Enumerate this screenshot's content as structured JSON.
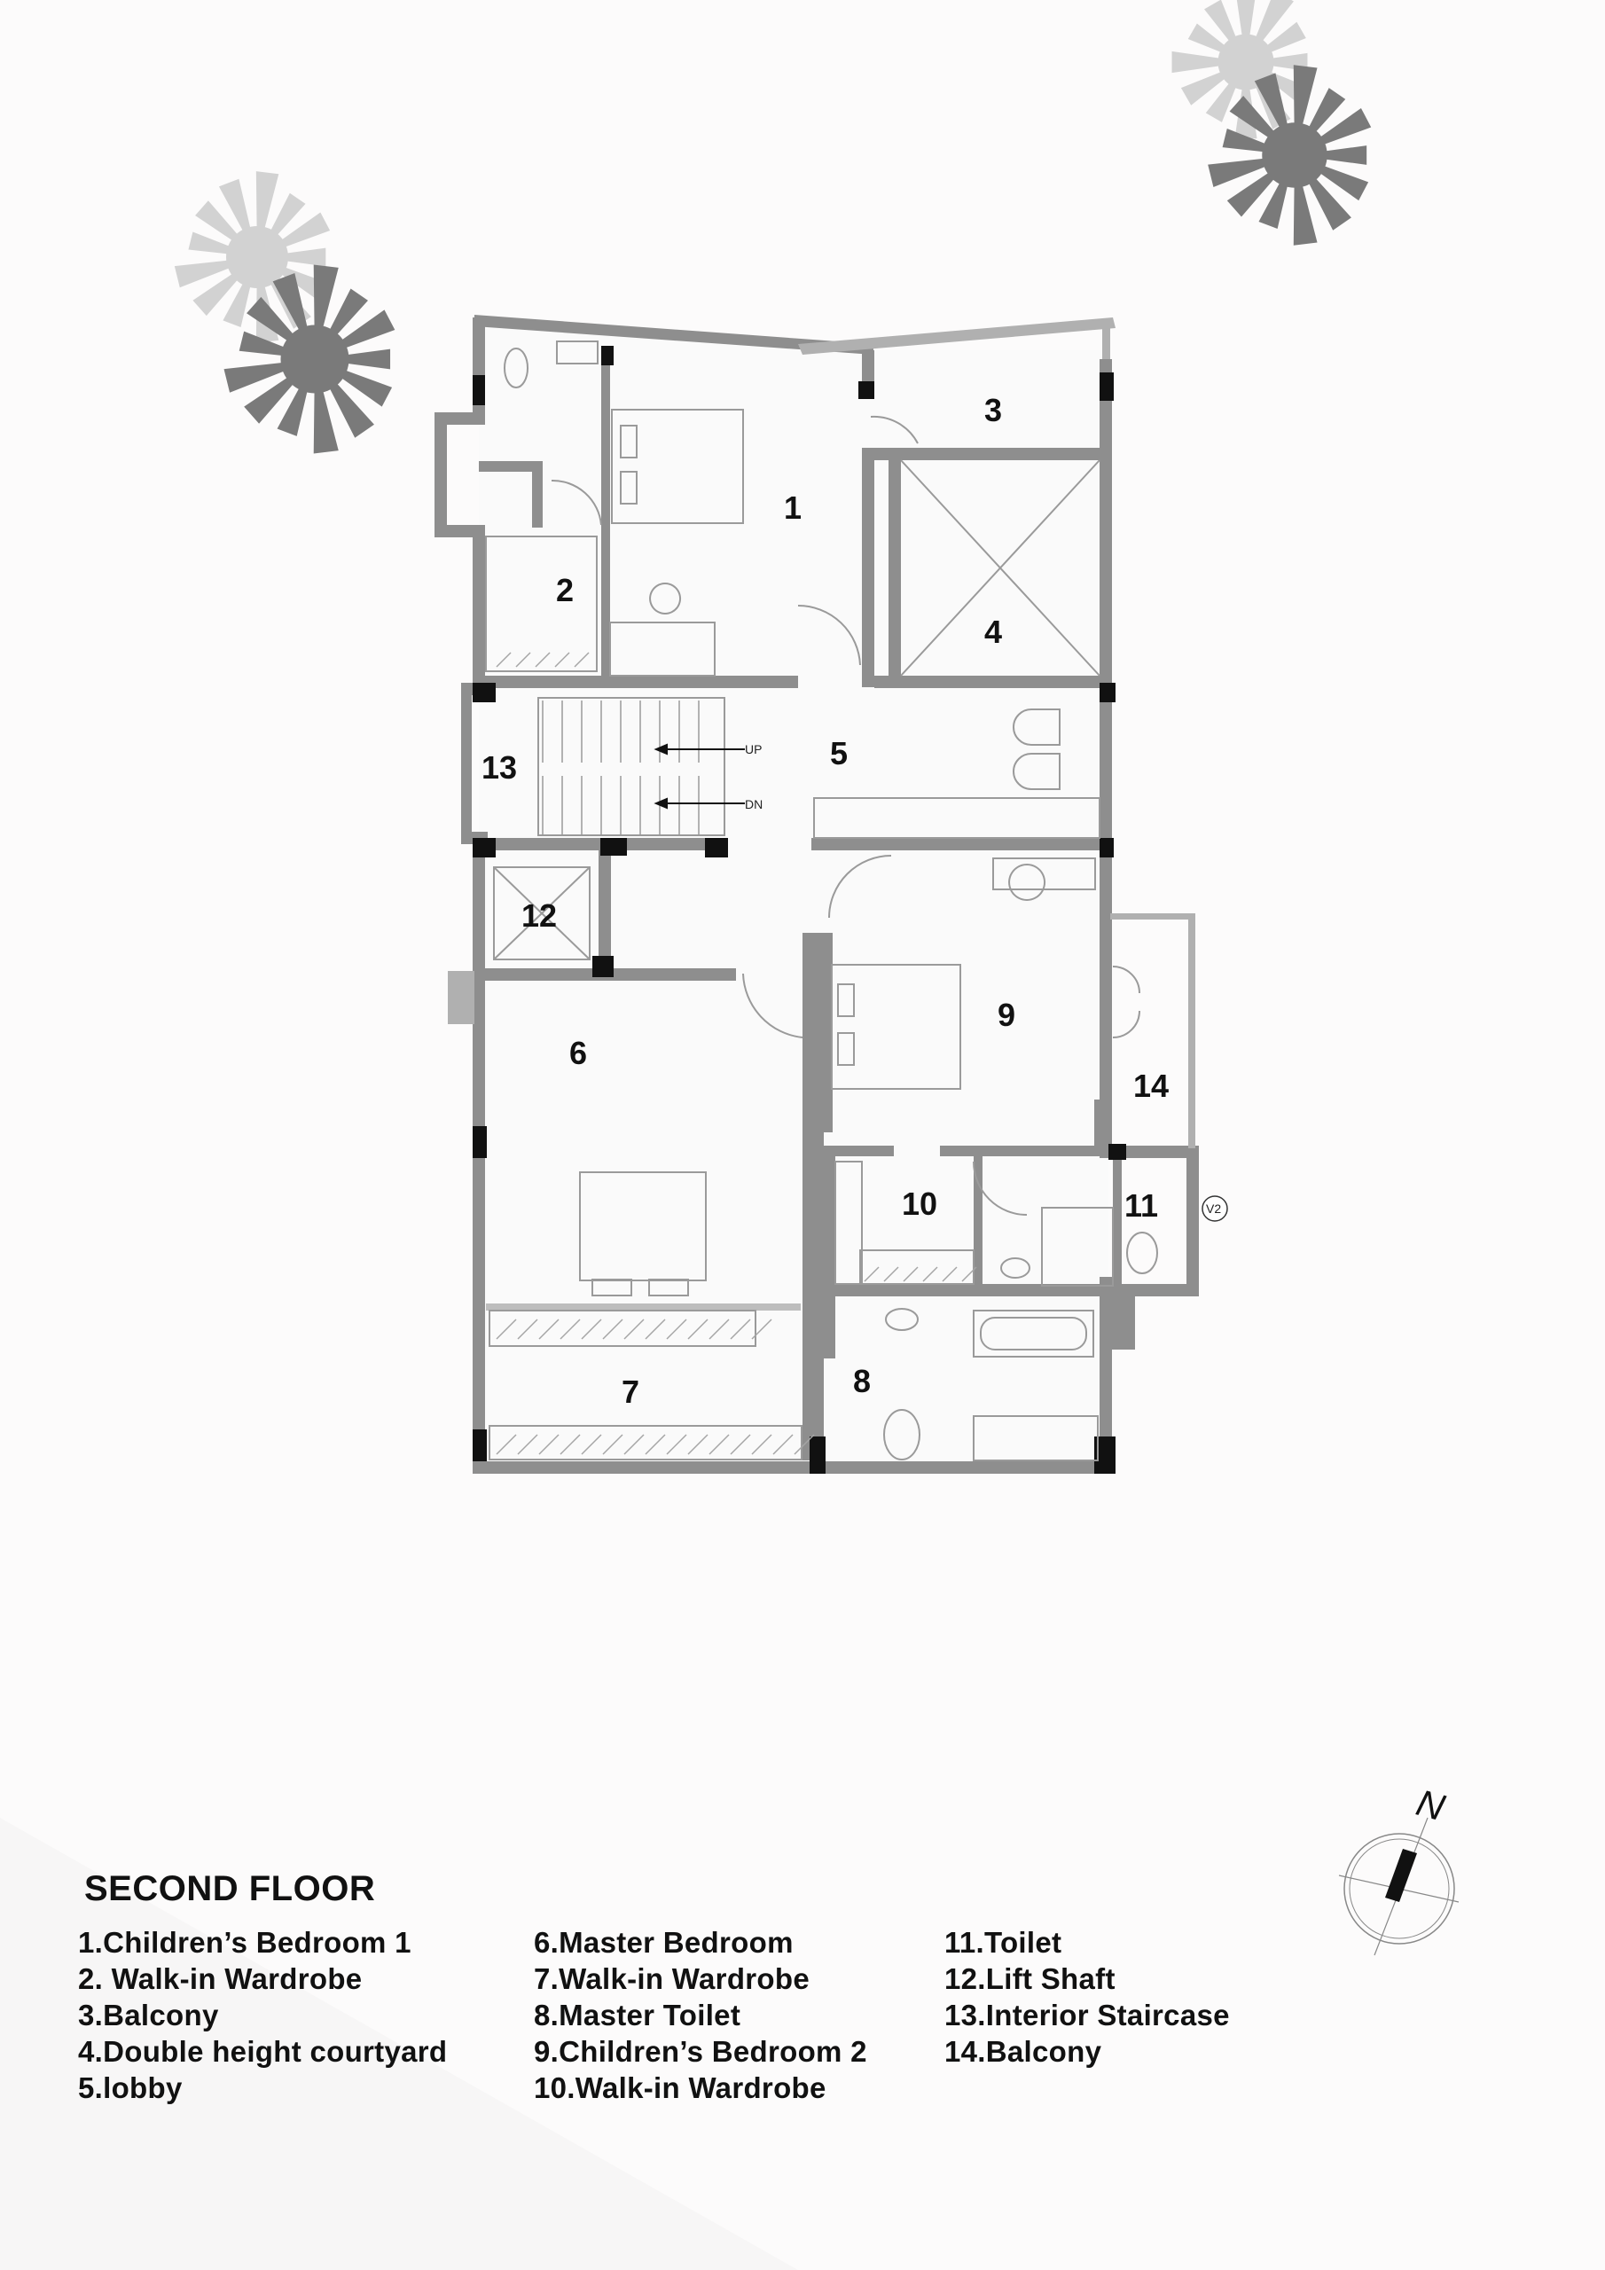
{
  "title": "SECOND FLOOR",
  "north_label": "N",
  "stair_labels": {
    "up": "UP",
    "down": "DN"
  },
  "vent_label": "V2",
  "room_numbers": [
    "1",
    "2",
    "3",
    "4",
    "5",
    "6",
    "7",
    "8",
    "9",
    "10",
    "11",
    "12",
    "13",
    "14"
  ],
  "legend": {
    "col1": [
      "1.Children’s Bedroom 1",
      "2. Walk-in Wardrobe",
      "3.Balcony",
      "4.Double height courtyard",
      "5.lobby"
    ],
    "col2": [
      "6.Master Bedroom",
      "7.Walk-in Wardrobe",
      "8.Master Toilet",
      "9.Children’s Bedroom 2",
      "10.Walk-in Wardrobe"
    ],
    "col3": [
      "11.Toilet",
      "12.Lift Shaft",
      "13.Interior Staircase",
      "14.Balcony"
    ]
  },
  "colors": {
    "wall": "#8e8e8e",
    "wall_dark": "#111111",
    "tree_light": "#d2d2d2",
    "tree_dark": "#7a7a7a",
    "floor": "#fafafa"
  }
}
